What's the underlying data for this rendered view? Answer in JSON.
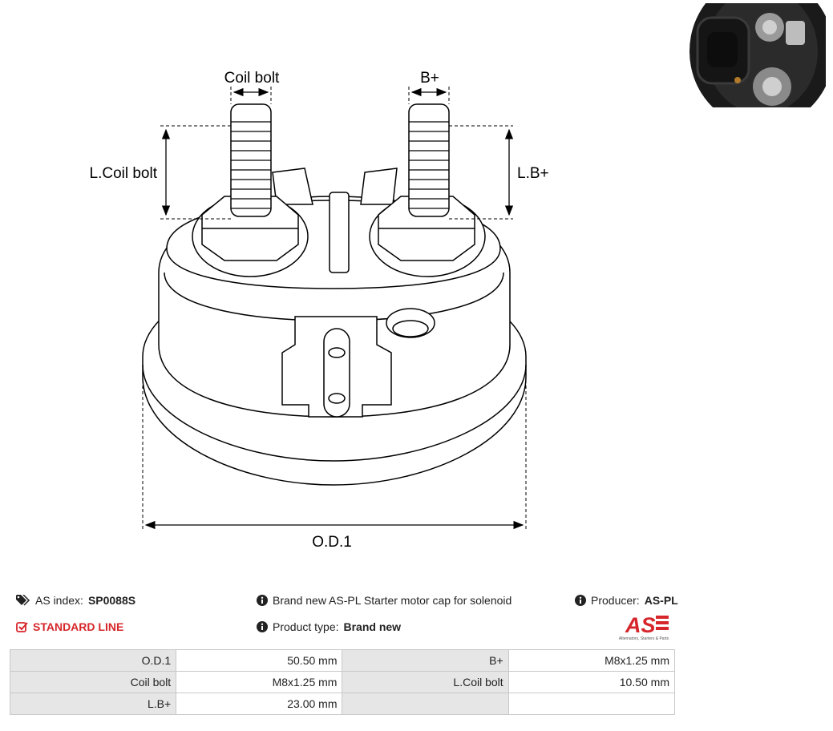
{
  "drawing": {
    "labels": {
      "coil_bolt": "Coil bolt",
      "b_plus": "B+",
      "l_coil_bolt": "L.Coil bolt",
      "l_b_plus": "L.B+",
      "od1": "O.D.1"
    }
  },
  "info": {
    "as_index_label": "AS index:",
    "as_index_value": "SP0088S",
    "line": "STANDARD LINE",
    "description": "Brand new AS-PL Starter motor cap for solenoid",
    "product_type_label": "Product type:",
    "product_type_value": "Brand new",
    "producer_label": "Producer:",
    "producer_value": "AS-PL",
    "logo_text": "AS",
    "logo_tagline": "Alternators, Starters & Parts"
  },
  "specs": {
    "rows": [
      [
        {
          "label": "O.D.1",
          "value": "50.50 mm"
        },
        {
          "label": "B+",
          "value": "M8x1.25 mm"
        }
      ],
      [
        {
          "label": "Coil bolt",
          "value": "M8x1.25 mm"
        },
        {
          "label": "L.Coil bolt",
          "value": "10.50 mm"
        }
      ],
      [
        {
          "label": "L.B+",
          "value": "23.00 mm"
        },
        {
          "label": "",
          "value": ""
        }
      ]
    ]
  },
  "colors": {
    "accent": "#d6262b",
    "label_bg": "#e6e6e6",
    "border": "#c9c9c9"
  }
}
